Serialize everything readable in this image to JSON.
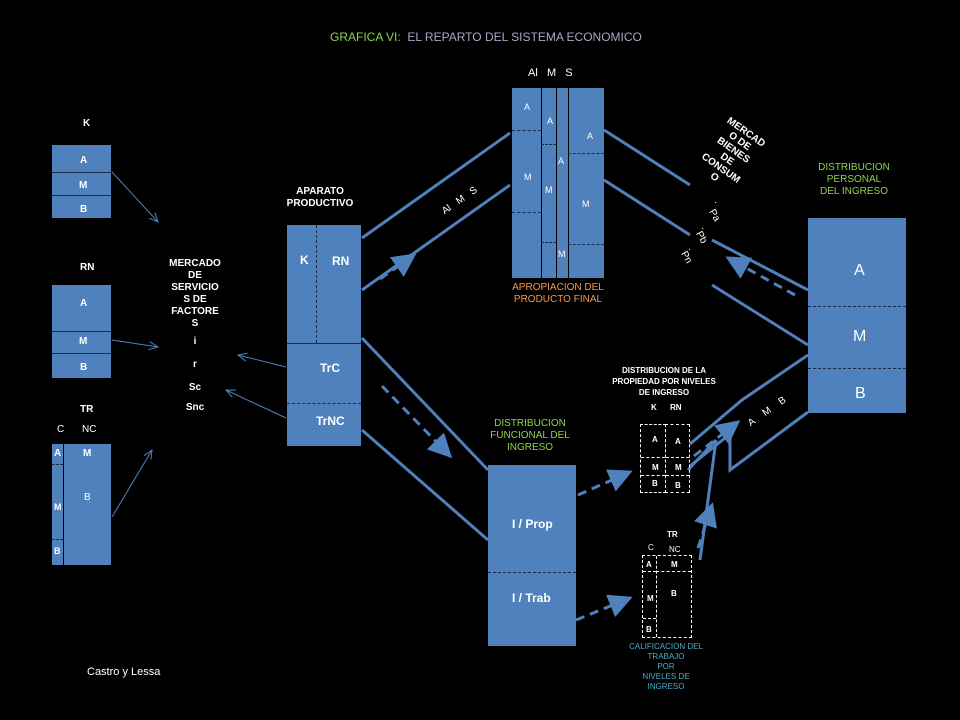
{
  "title": {
    "prefix": "GRAFICA VI:",
    "main": "EL REPARTO DEL SISTEMA ECONOMICO"
  },
  "credit": "Castro y Lessa",
  "colors": {
    "box": "#4f81bd",
    "title_prefix": "#8fd14f",
    "title_main": "#b3a2c7",
    "green": "#8fd14f",
    "orange": "#f79646",
    "cyan": "#4bacc6"
  },
  "left": {
    "k": {
      "title": "K",
      "a": "A",
      "m": "M",
      "b": "B"
    },
    "rn": {
      "title": "RN",
      "a": "A",
      "m": "M",
      "b": "B"
    },
    "tr": {
      "title": "TR",
      "c": "C",
      "nc": "NC",
      "a": "A",
      "m_left": "M",
      "b_left": "B",
      "m_right": "M",
      "b_right": "B"
    }
  },
  "market_factors": {
    "lines": [
      "MERCADO",
      "DE",
      "SERVICIO",
      "S DE",
      "FACTORE",
      "S"
    ],
    "vars": [
      "i",
      "r",
      "Sc",
      "Snc"
    ]
  },
  "productive": {
    "title_1": "APARATO",
    "title_2": "PRODUCTIVO",
    "k": "K",
    "rn": "RN",
    "trc": "TrC",
    "trnc": "TrNC"
  },
  "appropriation": {
    "header": {
      "al": "Al",
      "m": "M",
      "s": "S"
    },
    "col1": {
      "a": "A",
      "m": "M"
    },
    "col2": {
      "a": "A",
      "m": "M"
    },
    "col3": {
      "a": "A",
      "m": "M"
    },
    "col4": {
      "a": "A",
      "m": "M"
    },
    "caption_1": "APROPIACION DEL",
    "caption_2": "PRODUCTO FINAL",
    "flow_label": {
      "al": "Al",
      "m": "M",
      "s": "S"
    }
  },
  "consumer_market": {
    "lines": [
      "MERCAD",
      "O DE",
      "BIENES",
      "DE",
      "CONSUM",
      "O"
    ],
    "dot1": ".",
    "pa": "Pa",
    "dot2": ".",
    "pb": "Pb",
    "dot3": ".",
    "pn": "Pn"
  },
  "personal": {
    "title": [
      "DISTRIBUCION",
      "PERSONAL",
      "DEL INGRESO"
    ],
    "a": "A",
    "m": "M",
    "b": "B"
  },
  "functional": {
    "title": [
      "DISTRIBUCION",
      "FUNCIONAL DEL",
      "INGRESO"
    ],
    "prop": "I / Prop",
    "trab": "I / Trab"
  },
  "property": {
    "title": [
      "DISTRIBUCION DE LA",
      "PROPIEDAD POR NIVELES",
      "DE INGRESO"
    ],
    "k": "K",
    "rn": "RN",
    "k_a": "A",
    "k_m": "M",
    "k_b": "B",
    "rn_a": "A",
    "rn_m": "M",
    "rn_b": "B"
  },
  "amb_flow": {
    "a": "A",
    "m": "M",
    "b": "B"
  },
  "labor": {
    "tr": "TR",
    "c": "C",
    "nc": "NC",
    "a": "A",
    "m_left": "M",
    "b_left": "B",
    "m_right": "M",
    "b_right": "B",
    "caption": [
      "CALIFICACION DEL",
      "TRABAJO",
      "POR",
      "NIVELES DE",
      "INGRESO"
    ]
  }
}
